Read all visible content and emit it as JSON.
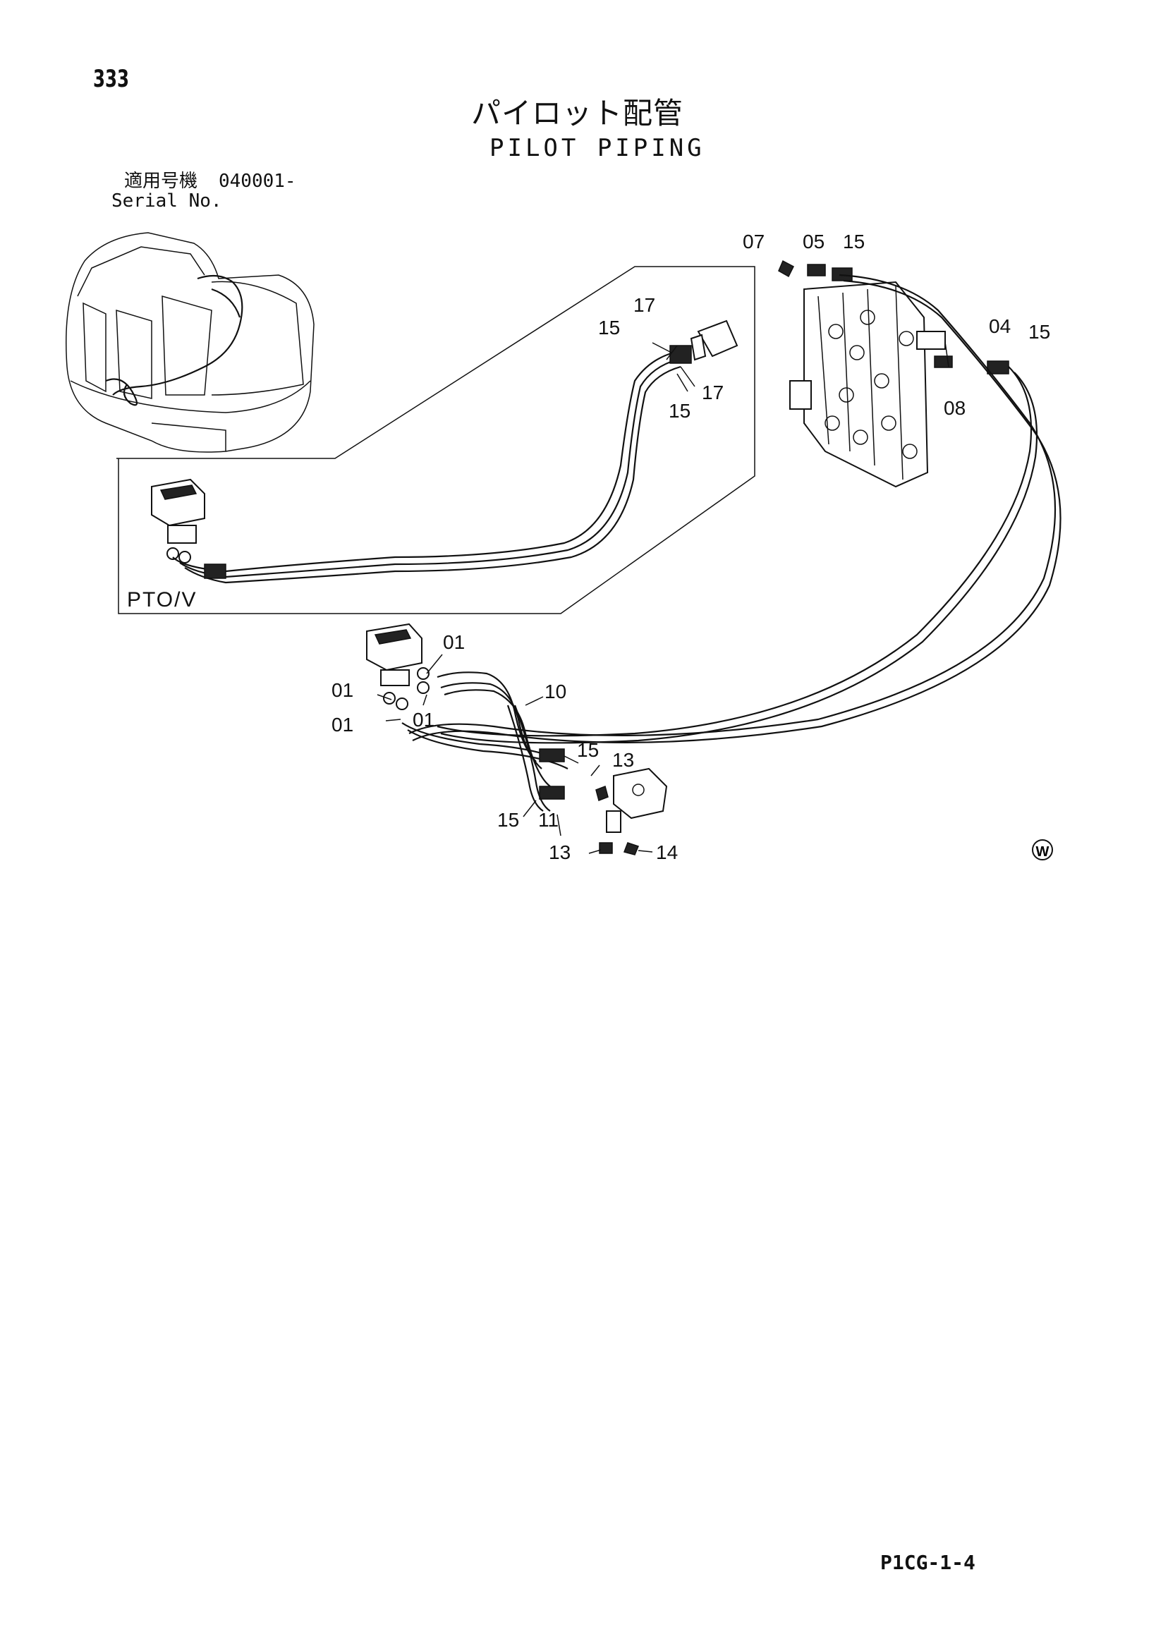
{
  "header": {
    "page_number": "333",
    "title_jp": "パイロット配管",
    "title_en": "PILOT PIPING",
    "serial_label_jp": "適用号機",
    "serial_value": "040001-",
    "serial_label_en": "Serial No."
  },
  "diagram": {
    "inset_label": "PTO/V",
    "watermark_symbol": "W",
    "callouts": [
      "07",
      "05",
      "15",
      "04",
      "15",
      "08",
      "17",
      "15",
      "17",
      "15",
      "01",
      "01",
      "01",
      "01",
      "10",
      "15",
      "13",
      "15",
      "11",
      "13",
      "14"
    ]
  },
  "footer": {
    "doc_code": "P1CG-1-4"
  }
}
